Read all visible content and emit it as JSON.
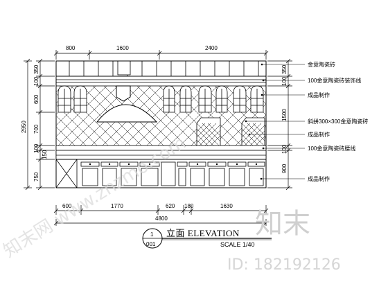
{
  "dimensions_top": [
    "800",
    "1600",
    "2400"
  ],
  "dimensions_bottom_total": "4800",
  "dimensions_bottom": [
    "600",
    "1770",
    "620",
    "180",
    "1630"
  ],
  "dimensions_left": [
    "350",
    "100",
    "600",
    "700",
    "100",
    "150",
    "750"
  ],
  "dimension_left_total": "2950",
  "dimensions_right": [
    "350",
    "100",
    "1500",
    "100",
    "900"
  ],
  "annotations": [
    "金意陶瓷砖",
    "100金意陶瓷砖装饰线",
    "成品制作",
    "斜拼300×300金意陶瓷砖",
    "成品制作",
    "100金意陶瓷砖腰线",
    "成品制作"
  ],
  "title": {
    "number": "1",
    "sheet": "001",
    "label": "立面  ELEVATION",
    "scale": "SCALE 1/40"
  },
  "watermark": {
    "brand": "知末",
    "id": "ID: 182192126",
    "diagonal": "知末网 www.znzmo.com"
  }
}
